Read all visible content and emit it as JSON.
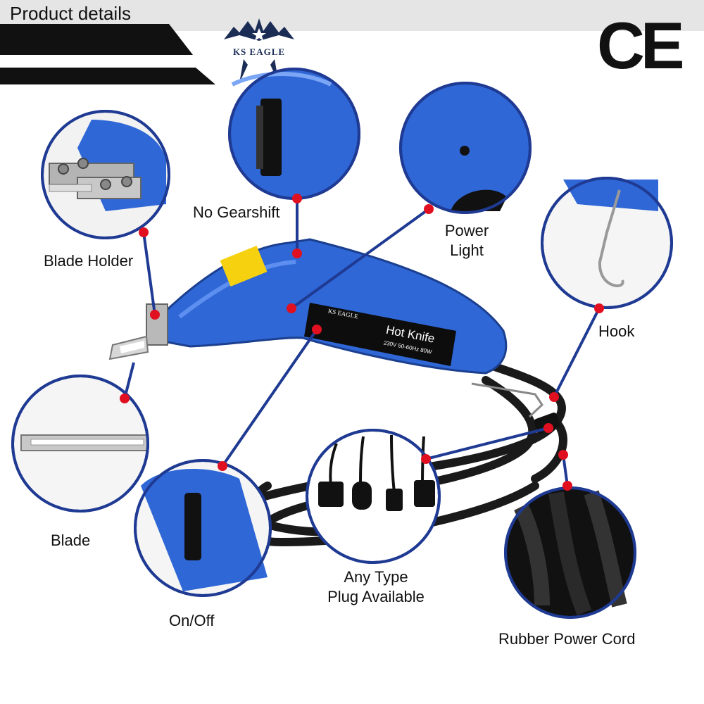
{
  "header": {
    "title": "Product details"
  },
  "brand": {
    "logo_text": "KS EAGLE",
    "cert_mark": "CE"
  },
  "product_labels": {
    "brand": "KS EAGLE",
    "name": "Hot Knife",
    "spec": "230V 50-60Hz 80W"
  },
  "callouts": {
    "no_gearshift": "No Gearshift",
    "blade_holder": "Blade Holder",
    "power_light_1": "Power",
    "power_light_2": "Light",
    "hook": "Hook",
    "blade": "Blade",
    "on_off": "On/Off",
    "plug_1": "Any Type",
    "plug_2": "Plug Available",
    "power_cord": "Rubber Power Cord"
  },
  "colors": {
    "accent_blue": "#1f3a93",
    "tool_blue": "#2f67d6",
    "callout_red": "#e01020",
    "header_gray": "#e5e5e5"
  }
}
